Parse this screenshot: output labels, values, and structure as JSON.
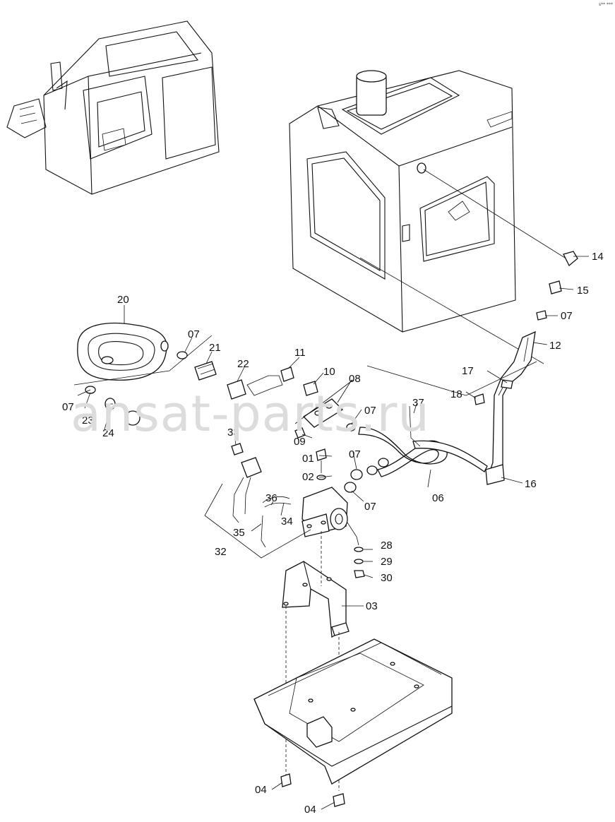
{
  "watermark": "ansat-parts.ru",
  "corner_code": "s** ***",
  "part_numbers": {
    "p01": "01",
    "p02": "02",
    "p03": "03",
    "p04a": "04",
    "p04b": "04",
    "p06": "06",
    "p07a": "07",
    "p07b": "07",
    "p07c": "07",
    "p07d": "07",
    "p07e": "07",
    "p07f": "07",
    "p08": "08",
    "p09": "09",
    "p10": "10",
    "p11": "11",
    "p12": "12",
    "p14": "14",
    "p15": "15",
    "p16": "16",
    "p17": "17",
    "p18": "18",
    "p20": "20",
    "p21": "21",
    "p22": "22",
    "p23": "23",
    "p24": "24",
    "p28": "28",
    "p29": "29",
    "p30": "30",
    "p32": "32",
    "p33": "33",
    "p34": "34",
    "p35": "35",
    "p36": "36",
    "p37": "37"
  }
}
